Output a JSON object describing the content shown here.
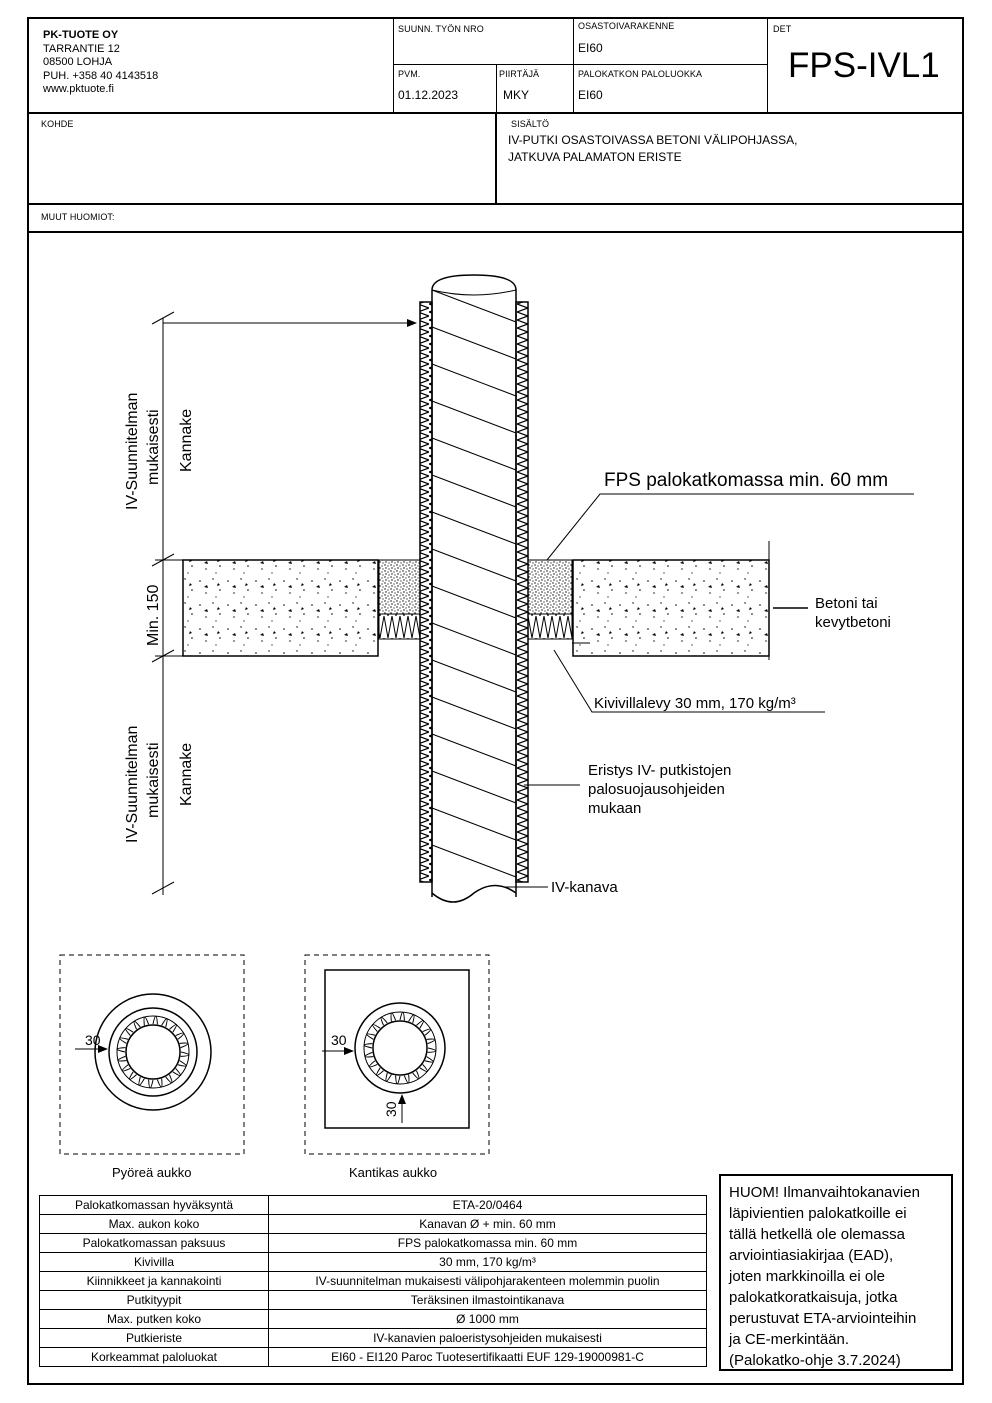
{
  "header": {
    "company": {
      "name": "PK-TUOTE OY",
      "street": "TARRANTIE 12",
      "postal": "08500 LOHJA",
      "phone": "PUH. +358 40 4143518",
      "web": "www.pktuote.fi"
    },
    "project_number_label": "SUUNN. TYÖN NRO",
    "project_number_value": "",
    "structure_label": "OSASTOIVARAKENNE",
    "structure_value": "EI60",
    "det_label": "DET",
    "det_value": "FPS-IVL1",
    "date_label": "PVM.",
    "date_value": "01.12.2023",
    "drawer_label": "PIIRTÄJÄ",
    "drawer_value": "MKY",
    "fire_class_label": "PALOKATKON PALOLUOKKA",
    "fire_class_value": "EI60",
    "target_label": "KOHDE",
    "target_value": "",
    "contents_label": "SISÄLTÖ",
    "contents_line1": "IV-PUTKI OSASTOIVASSA BETONI VÄLIPOHJASSA,",
    "contents_line2": "JATKUVA PALAMATON ERISTE",
    "notes_label": "MUUT HUOMIOT:"
  },
  "drawing": {
    "label_fps": "FPS palokatkomassa min. 60 mm",
    "label_concrete_1": "Betoni tai",
    "label_concrete_2": "kevytbetoni",
    "label_rockwool": "Kivivillalevy 30 mm, 170 kg/m³",
    "label_insulation_1": "Eristys IV- putkistojen",
    "label_insulation_2": "palosuojausohjeiden",
    "label_insulation_3": "mukaan",
    "label_duct": "IV-kanava",
    "label_min150": "Min. 150",
    "label_iv_plan_1": "IV-Suunnitelman",
    "label_iv_plan_2": "mukaisesti",
    "label_kannake": "Kannake",
    "dim_30": "30",
    "caption_round": "Pyöreä aukko",
    "caption_square": "Kantikas aukko"
  },
  "spec_table": [
    {
      "key": "Palokatkomassan hyväksyntä",
      "value": "ETA-20/0464"
    },
    {
      "key": "Max. aukon koko",
      "value": "Kanavan Ø + min. 60 mm"
    },
    {
      "key": "Palokatkomassan paksuus",
      "value": "FPS palokatkomassa min. 60 mm"
    },
    {
      "key": "Kivivilla",
      "value": "30 mm, 170 kg/m³"
    },
    {
      "key": "Kiinnikkeet ja kannakointi",
      "value": "IV-suunnitelman mukaisesti välipohjarakenteen molemmin puolin"
    },
    {
      "key": "Putkityypit",
      "value": "Teräksinen ilmastointikanava"
    },
    {
      "key": "Max. putken koko",
      "value": "Ø 1000 mm"
    },
    {
      "key": "Putkieriste",
      "value": "IV-kanavien paloeristysohjeiden mukaisesti"
    },
    {
      "key": "Korkeammat paloluokat",
      "value": "EI60 - EI120 Paroc Tuotesertifikaatti EUF 129-19000981-C"
    }
  ],
  "note_lines": [
    "HUOM! Ilmanvaihtokanavien",
    "läpivientien palokatkoille ei",
    "tällä hetkellä ole olemassa",
    "arviointiasiakirjaa (EAD),",
    "joten markkinoilla ei ole",
    "palokatkoratkaisuja, jotka",
    "perustuvat ETA-arviointeihin",
    "ja CE-merkintään.",
    "(Palokatko-ohje 3.7.2024)"
  ]
}
